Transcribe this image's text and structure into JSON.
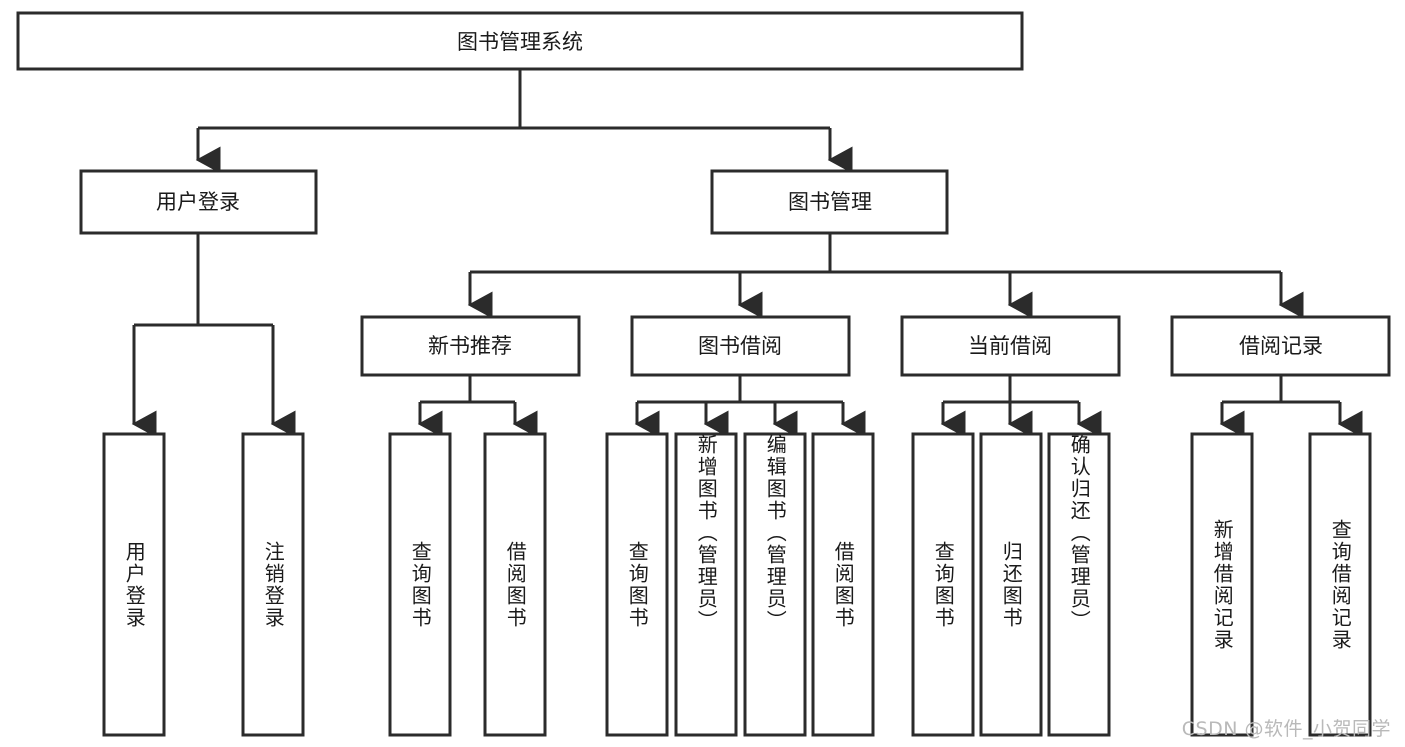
{
  "diagram": {
    "title": "图书管理系统",
    "type": "tree",
    "orientation": "top-down",
    "colors": {
      "stroke": "#2b2b2b",
      "fill": "#ffffff",
      "text": "#1a1a1a",
      "background": "#ffffff",
      "watermark": "#b9b9b9"
    },
    "root": {
      "label": "图书管理系统"
    },
    "level2": [
      {
        "label": "用户登录"
      },
      {
        "label": "图书管理"
      }
    ],
    "level3": [
      {
        "label": "新书推荐"
      },
      {
        "label": "图书借阅"
      },
      {
        "label": "当前借阅"
      },
      {
        "label": "借阅记录"
      }
    ],
    "leaves": {
      "user_login": [
        {
          "label": "用户登录"
        },
        {
          "label": "注销登录"
        }
      ],
      "new_book_recommend": [
        {
          "label": "查询图书"
        },
        {
          "label": "借阅图书"
        }
      ],
      "book_borrow": [
        {
          "label": "查询图书"
        },
        {
          "label": "新增图书（管理员）"
        },
        {
          "label": "编辑图书（管理员）"
        },
        {
          "label": "借阅图书"
        }
      ],
      "current_borrow": [
        {
          "label": "查询图书"
        },
        {
          "label": "归还图书"
        },
        {
          "label": "确认归还（管理员）"
        }
      ],
      "borrow_record": [
        {
          "label": "新增借阅记录"
        },
        {
          "label": "查询借阅记录"
        }
      ]
    }
  },
  "watermark": {
    "text": "CSDN @软件_小贺同学"
  }
}
